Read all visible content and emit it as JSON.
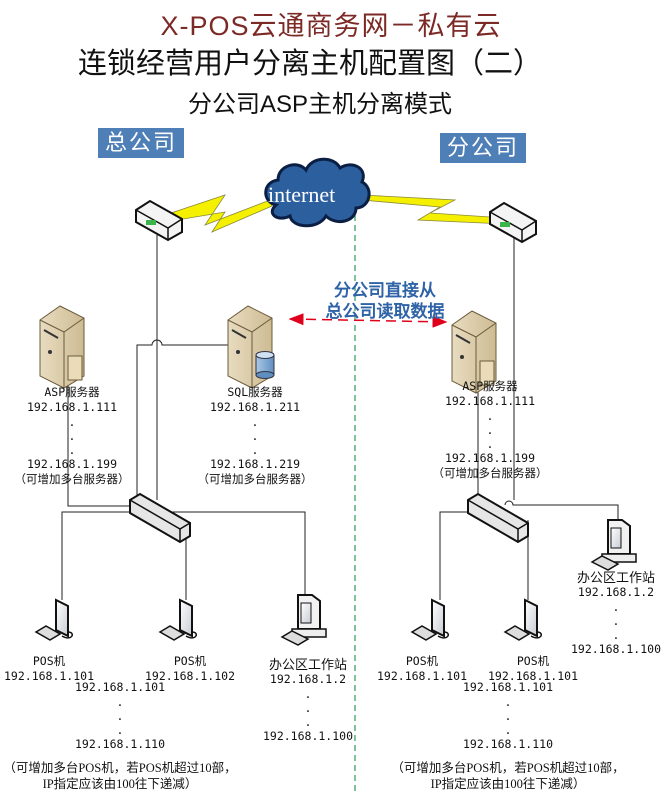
{
  "header": {
    "brand_title": "X-POS云通商务网－私有云",
    "main_title": "连锁经营用户分离主机配置图（二）",
    "subtitle": "分公司ASP主机分离模式"
  },
  "internet": {
    "label": "internet"
  },
  "data_flow_note": {
    "line1": "分公司直接从",
    "line2": "总公司读取数据"
  },
  "colors": {
    "brand": "#7b2a26",
    "site_badge": "#4f7fb7",
    "cloud": "#2c5f9e",
    "lightning": "#f4f000",
    "arrow": "#e0001b",
    "divider": "#2a9a5a",
    "note_text": "#2f63a7"
  },
  "headquarters": {
    "badge": "总公司",
    "asp_server": {
      "name": "ASP服务器",
      "ip_start": "192.168.1.111",
      "ip_end": "192.168.1.199",
      "note": "（可增加多台服务器）"
    },
    "sql_server": {
      "name": "SQL服务器",
      "ip_start": "192.168.1.211",
      "ip_end": "192.168.1.219",
      "note": "（可增加多台服务器）"
    },
    "pos1": {
      "name": "POS机",
      "ip": "192.168.1.101"
    },
    "pos2": {
      "name": "POS机",
      "ip": "192.168.1.102"
    },
    "pos_range": {
      "ip_start": "192.168.1.101",
      "ip_end": "192.168.1.110",
      "note1": "（可增加多台POS机，若POS机超过10部，",
      "note2": "IP指定应该由100往下递减）"
    },
    "workstation": {
      "name": "办公区工作站",
      "ip_start": "192.168.1.2",
      "ip_end": "192.168.1.100"
    }
  },
  "branch": {
    "badge": "分公司",
    "asp_server": {
      "name": "ASP服务器",
      "ip_start": "192.168.1.111",
      "ip_end": "192.168.1.199",
      "note": "（可增加多台服务器）"
    },
    "pos1": {
      "name": "POS机",
      "ip": "192.168.1.101"
    },
    "pos2": {
      "name": "POS机",
      "ip": "192.168.1.101"
    },
    "pos_range": {
      "ip_start": "192.168.1.101",
      "ip_end": "192.168.1.110",
      "note1": "（可增加多台POS机，若POS机超过10部，",
      "note2": "IP指定应该由100往下递减）"
    },
    "workstation": {
      "name": "办公区工作站",
      "ip_start": "192.168.1.2",
      "ip_end": "192.168.1.100"
    }
  },
  "ellipsis": {
    "dot": "."
  }
}
